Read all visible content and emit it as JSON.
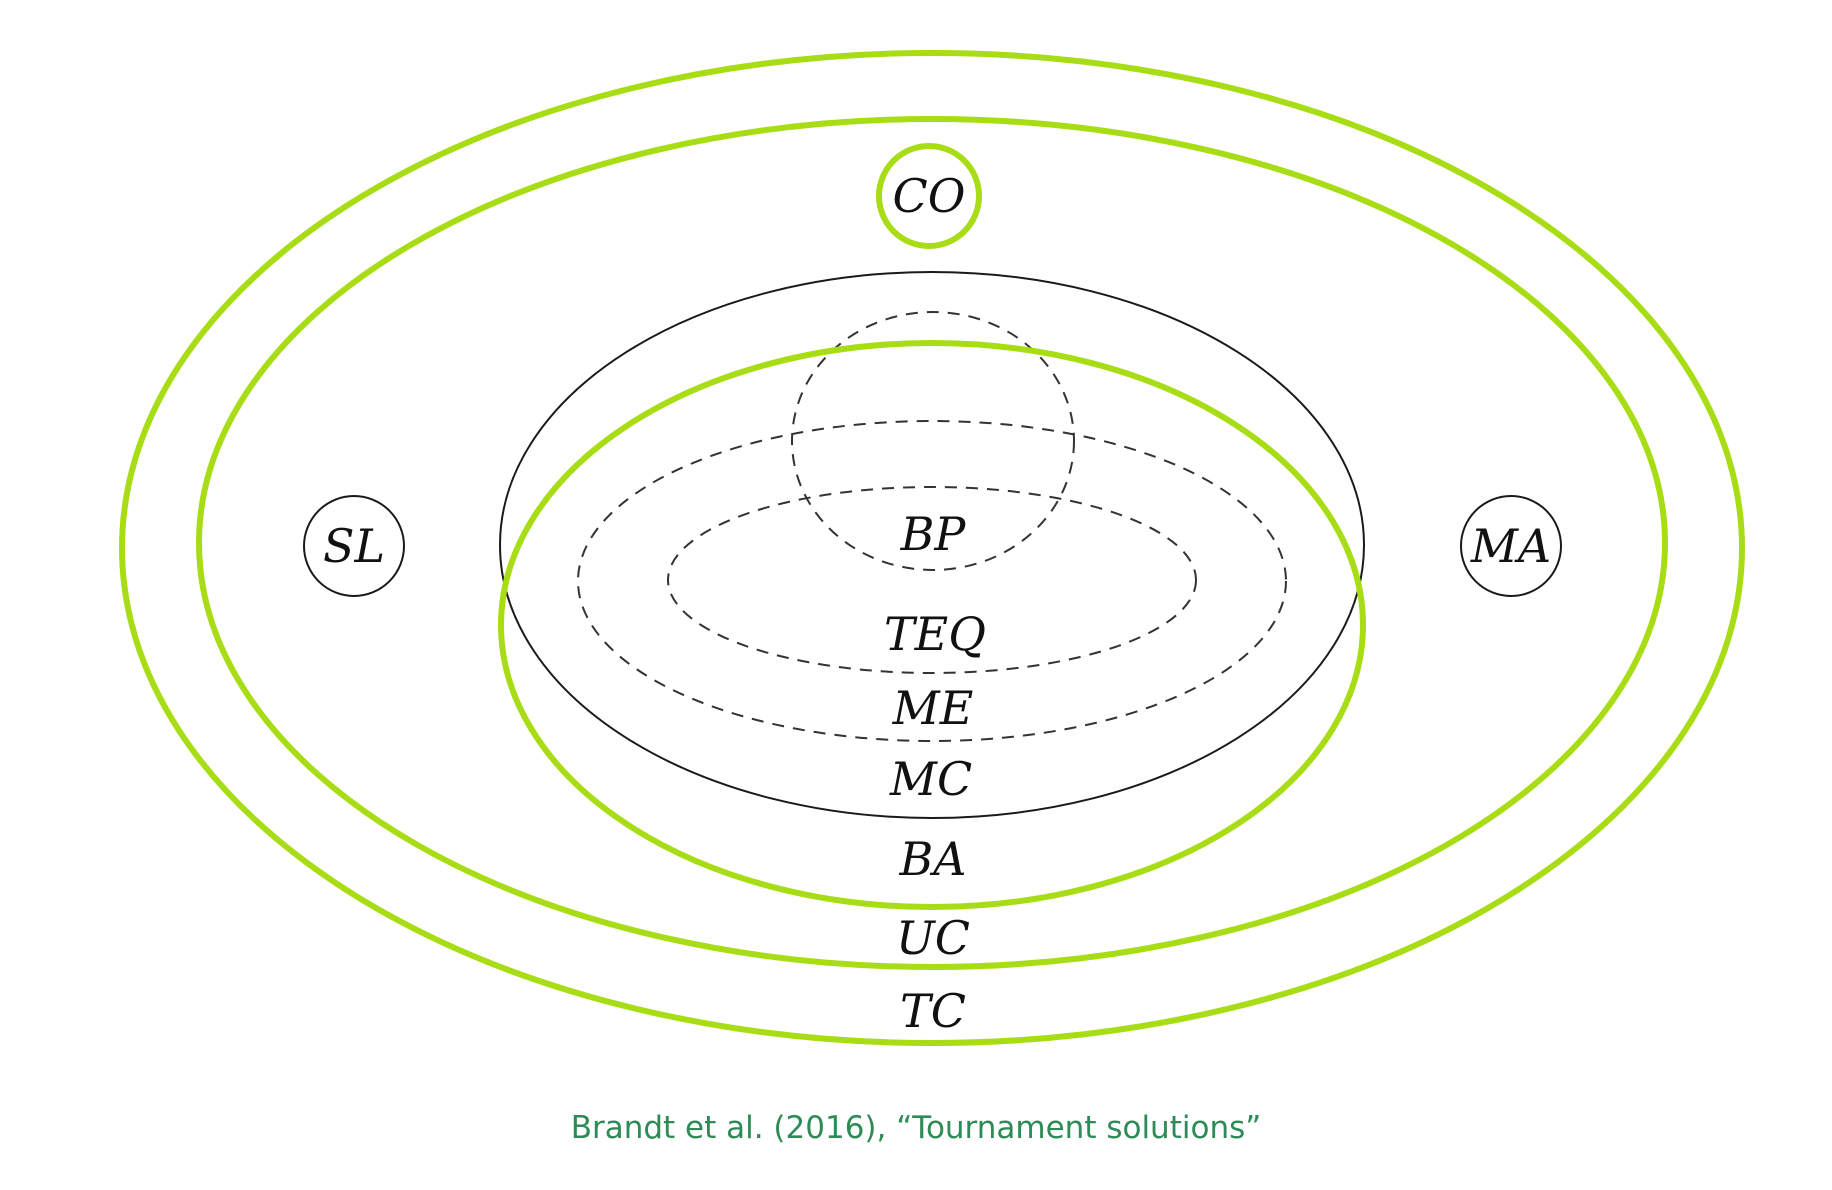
{
  "diagram": {
    "labels": {
      "co": "CO",
      "sl": "SL",
      "ma": "MA",
      "bp": "BP",
      "teq": "TEQ",
      "me": "ME",
      "mc": "MC",
      "ba": "BA",
      "uc": "UC",
      "tc": "TC"
    },
    "highlight_color": "#a8dc14",
    "outline_color": "#1a1a1a"
  },
  "caption": "Brandt et al. (2016), “Tournament solutions”",
  "caption_color": "#2e8b57"
}
